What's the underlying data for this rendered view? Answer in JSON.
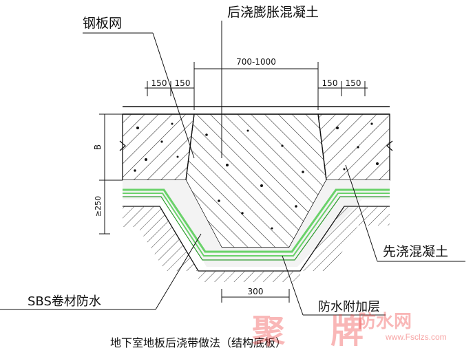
{
  "labels": {
    "steel_mesh": "钢板网",
    "post_pour_concrete": "后浇膨胀混凝土",
    "pre_pour_concrete": "先浇混凝土",
    "sbs_waterproof": "SBS卷材防水",
    "waterproof_extra_layer": "防水附加层",
    "caption": "地下室地板后浇带做法（结构底板）"
  },
  "dimensions": {
    "band_width": "700-1000",
    "left_outer": "150",
    "left_inner": "150",
    "right_inner": "150",
    "right_outer": "150",
    "slab_thickness": "B",
    "depth": "≥250",
    "bottom_width": "300"
  },
  "watermark": {
    "logo_text": "聚",
    "logo_text_2": "牌",
    "site_name": "防水网",
    "url": "www.Fsclzs.com"
  },
  "colors": {
    "waterproof_layer": "#6ad26a",
    "line": "#111111",
    "watermark": "#ee3333"
  }
}
